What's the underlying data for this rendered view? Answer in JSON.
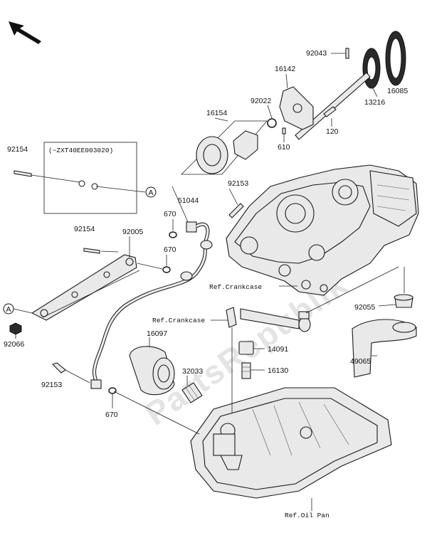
{
  "watermark": "PartsRepublik",
  "variant_note": "(~ZXT40EE003020)",
  "reference_marker": "A",
  "refs": {
    "crankcase_1": "Ref.Crankcase",
    "crankcase_2": "Ref.Crankcase",
    "oil_pan": "Ref.Oil Pan"
  },
  "parts": {
    "p92043": "92043",
    "p16142": "16142",
    "p16085": "16085",
    "p13216": "13216",
    "p92022": "92022",
    "p16154": "16154",
    "p120": "120",
    "p610": "610",
    "p92154a": "92154",
    "p92153a": "92153",
    "p51044": "51044",
    "p670a": "670",
    "p92154b": "92154",
    "p92005": "92005",
    "p670b": "670",
    "p92055": "92055",
    "p49065": "49065",
    "p92066": "92066",
    "p16097": "16097",
    "p14091": "14091",
    "p32033": "32033",
    "p16130": "16130",
    "p92153b": "92153",
    "p670c": "670"
  },
  "colors": {
    "line": "#1a1a1a",
    "part_fill": "#e9e9e9",
    "watermark": "#e4e4e4"
  }
}
